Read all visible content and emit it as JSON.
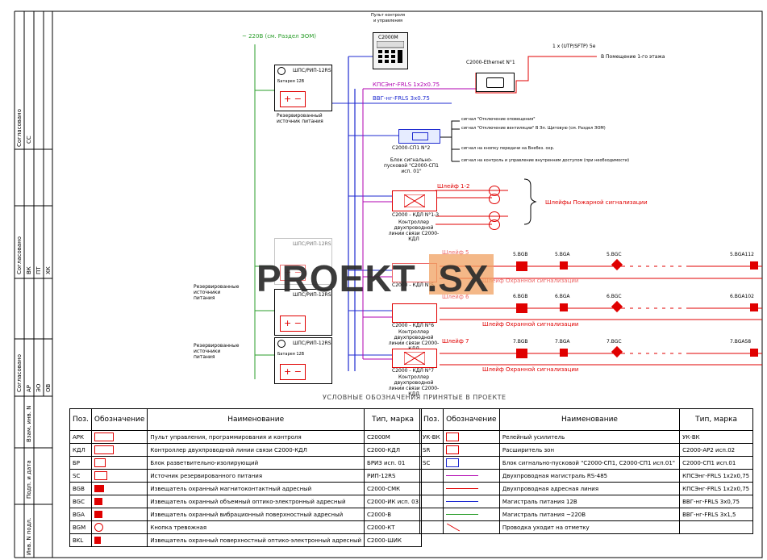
{
  "frame": {
    "left_col_1": [
      "Согласовано",
      "СС"
    ],
    "left_col_2": [
      "Согласовано",
      "ВК",
      "ПТ",
      "ХК"
    ],
    "left_col_3": [
      "Согласовано",
      "АР",
      "ЭО",
      "ОВ"
    ],
    "left_bottom": [
      "Взам. инв. N",
      "Подп. и дата",
      "Инв. N подл."
    ]
  },
  "diagram": {
    "power_label": "~ 220В (см. Раздел ЭОМ)",
    "panel_title": "Пульт контроля и управления",
    "panel_model": "С2000М",
    "ethernet_label": "С2000-Ethernet  N°1",
    "ethernet_cable": "1 х (UTP/SFTP) 5е",
    "ethernet_dest": "В Помещение 1-го этажа",
    "psu_model": "ШПС/РИП-12RS",
    "psu_batt": "Батарея  12В",
    "psu_caption": "Резервированный источник питания",
    "psu_group_caption": "Резервированные источники питания",
    "cable_rs485": "КПСЭнг-FRLS  1х2х0.75",
    "cable_12v": "ВВГ-нг-FRLS  3х0.75",
    "sp1_label": "С2000-СП1  N°2",
    "sp1_caption": "Блок сигнально-пусковой \"С2000-СП1 исп. 01\"",
    "signals": [
      "сигнал \"Отключение оповещения\"",
      "сигнал \"Отключение вентиляции\" В Эл. Щитовую (см. Раздел ЭОМ)",
      "сигнал на кнопку передачи на Внебез. охр.",
      "сигнал на контроль и управление внутренним доступом (при необходимости)"
    ],
    "kdl_2": "С2000 - КДЛ  N°1-3",
    "kdl_caption": "Контроллер двухпроводной линии связи С2000-КДЛ",
    "kdl_5": "С2000 - КДЛ  N°5",
    "kdl_6": "С2000 - КДЛ  N°6",
    "kdl_7": "С2000 - КДЛ  N°7",
    "loop_fire": "Шлейф 1-2",
    "loops_fire_caption": "Шлейфы Пожарной сигнализации",
    "loop_5": "Шлейф 5",
    "loop_6": "Шлейф 6",
    "loop_7": "Шлейф 7",
    "loop_security": "Шлейф Охранной сигнализации",
    "row5": [
      "5.BGB",
      "5.BGA",
      "5.BGC",
      "5.BGA112"
    ],
    "row6": [
      "6.BGB",
      "6.BGA",
      "6.BGC",
      "6.BGA102"
    ],
    "row7": [
      "7.BGB",
      "7.BGA",
      "7.BGC",
      "7.BGA58"
    ],
    "legend_caption": "УСЛОВНЫЕ ОБОЗНАЧЕНИЯ ПРИНЯТЫЕ В ПРОЕКТЕ"
  },
  "watermark": {
    "text": "PROEKT",
    "suffix": ".SX"
  },
  "legend_left": {
    "headers": [
      "Поз.",
      "Обозначение",
      "Наименование",
      "Тип, марка"
    ],
    "rows": [
      [
        "АРК",
        "Пульт управления, программирования и контроля",
        "С2000М"
      ],
      [
        "КДЛ",
        "Контроллер двухпроводной линии связи С2000-КДЛ",
        "С2000-КДЛ"
      ],
      [
        "БР",
        "Блок разветвительно-изолирующий",
        "БРИЗ исп. 01"
      ],
      [
        "SC",
        "Источник резервированного питания",
        "РИП-12RS"
      ],
      [
        "BGB",
        "Извещатель охранный магнитоконтактный адресный",
        "С2000-СМК"
      ],
      [
        "BGC",
        "Извещатель охранный объемный оптико-электронный адресный",
        "С2000-ИК исп. 03"
      ],
      [
        "BGA",
        "Извещатель охранный вибрационный поверхностный адресный",
        "С2000-В"
      ],
      [
        "BGM",
        "Кнопка тревожная",
        "С2000-КТ"
      ],
      [
        "BKL",
        "Извещатель охранный поверхностный оптико-электронный адресный",
        "С2000-ШИК"
      ]
    ]
  },
  "legend_right": {
    "headers": [
      "Поз.",
      "Обозначение",
      "Наименование",
      "Тип, марка"
    ],
    "rows": [
      [
        "УК-ВК",
        "Релейный усилитель",
        "УК-ВК"
      ],
      [
        "SR",
        "Расширитель зон",
        "С2000-АР2 исп.02"
      ],
      [
        "SC",
        "Блок сигнально-пусковой \"С2000-СП1, С2000-СП1 исп.01\"",
        "С2000-СП1 исп.01"
      ],
      [
        "",
        "Двухпроводная магистраль RS-485",
        "КПСЭнг-FRLS 1х2х0,75"
      ],
      [
        "",
        "Двухпроводная адресная линия",
        "КПСЭнг-FRLS 1х2х0,75"
      ],
      [
        "",
        "Магистраль питания 12В",
        "ВВГ-нг-FRLS 3х0,75"
      ],
      [
        "",
        "Магистраль питания ~220В",
        "ВВГ-нг-FRLS 3х1,5"
      ],
      [
        "",
        "Проводка уходит на отметку",
        ""
      ]
    ]
  },
  "colors": {
    "red": "#e00000",
    "blue": "#1f2bd0",
    "magenta": "#b000b0",
    "green": "#2a9d2a",
    "pink": "#ff8080"
  }
}
